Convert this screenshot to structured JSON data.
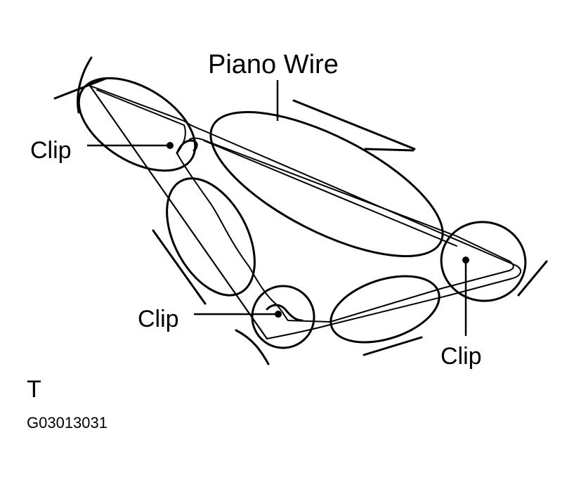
{
  "labels": {
    "piano_wire": "Piano Wire",
    "clip_left": "Clip",
    "clip_bottom": "Clip",
    "clip_right": "Clip",
    "view_letter": "T",
    "figure_code": "G03013031"
  }
}
